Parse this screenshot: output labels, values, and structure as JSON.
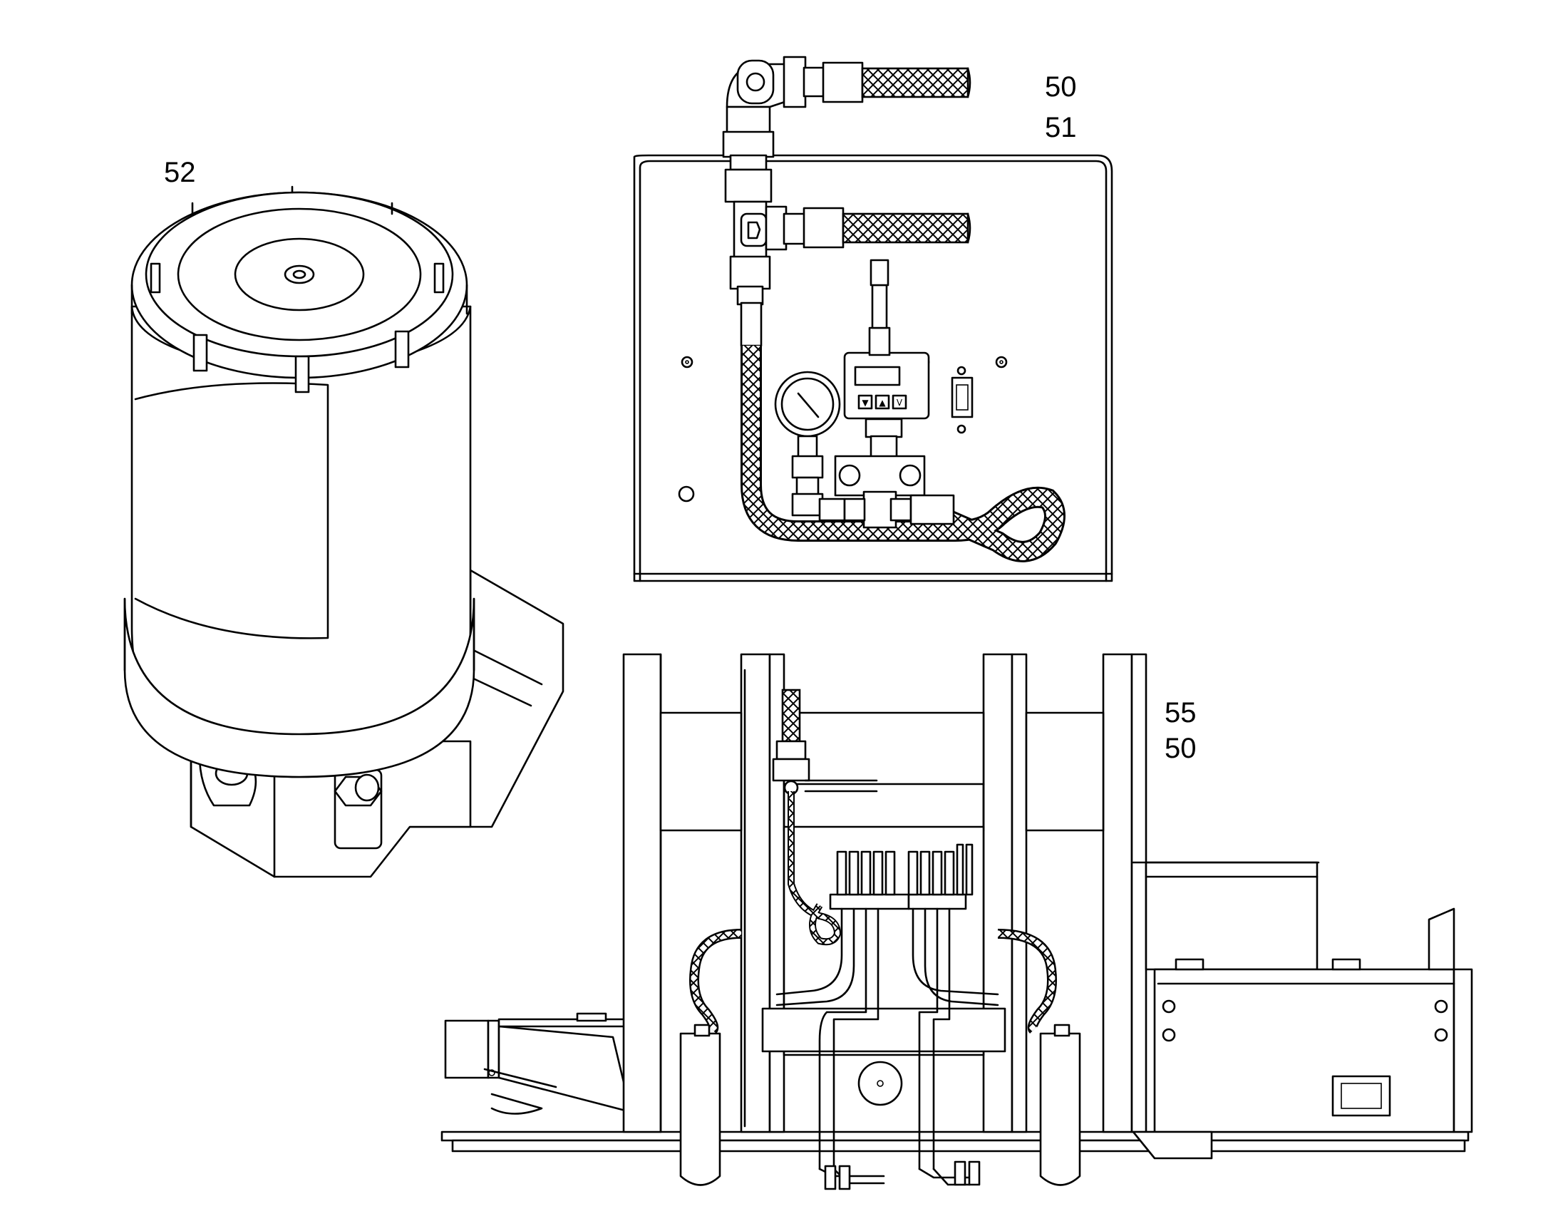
{
  "callouts": {
    "pump": "52",
    "panel_top": "50",
    "panel_bottom": "51",
    "frame_top": "55",
    "frame_bottom": "50"
  },
  "gauge": {
    "button_labels": [
      "▼",
      "▲",
      "V"
    ]
  },
  "colors": {
    "line": "#000000",
    "background": "#ffffff"
  }
}
